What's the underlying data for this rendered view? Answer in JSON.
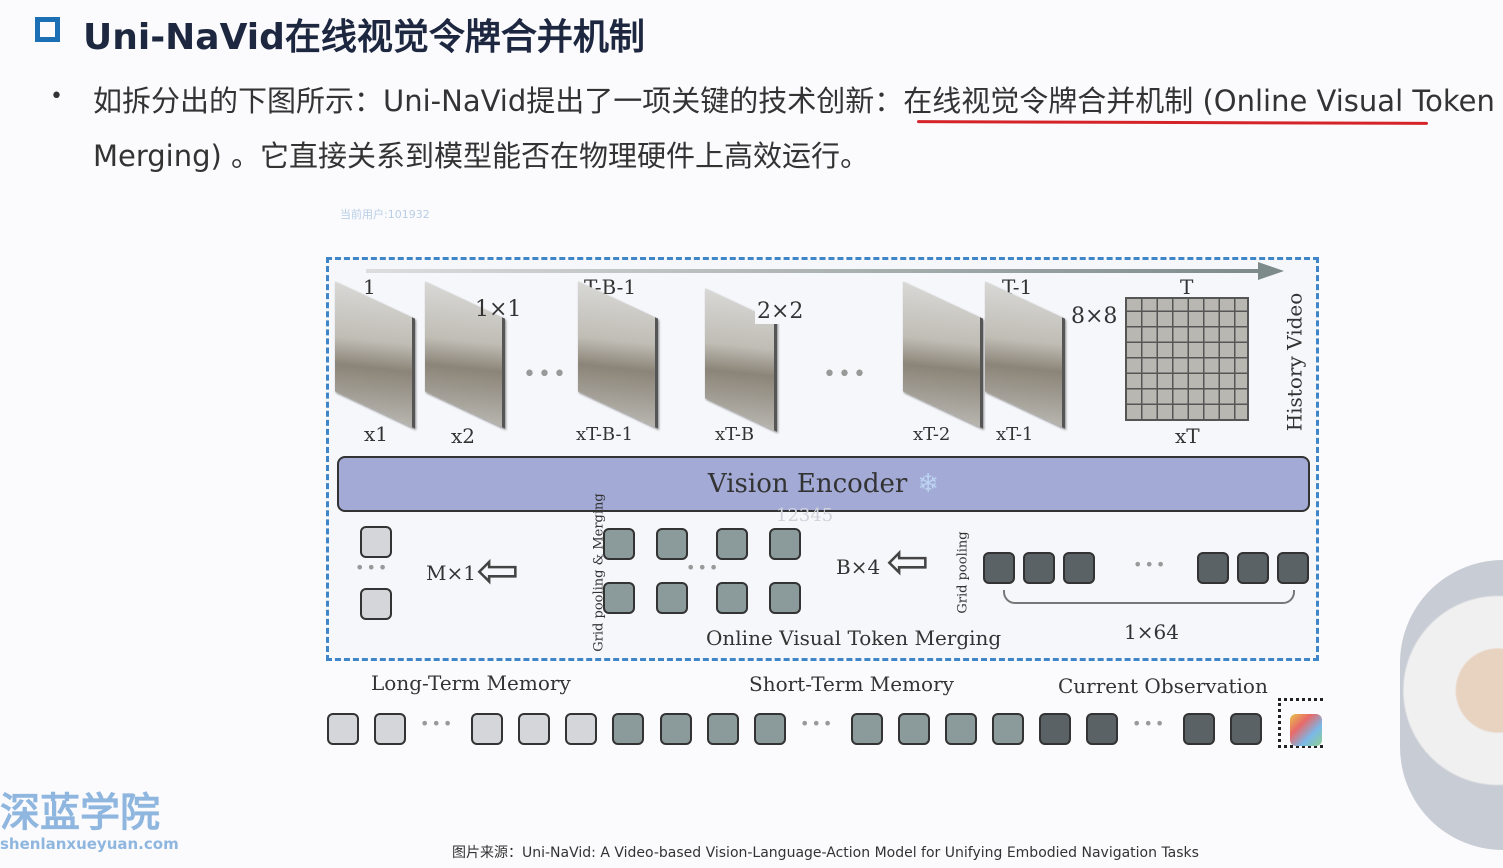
{
  "title": "Uni-NaVid在线视觉令牌合并机制",
  "bullet": {
    "line1": "如拆分出的下图所示：Uni-NaVid提出了一项关键的技术创新：在线视觉令牌合并机制 (Online Visual Token",
    "line2": "Merging) 。它直接关系到模型能否在物理硬件上高效运行。"
  },
  "watermark": "当前用户:101932",
  "figure": {
    "timeline": {
      "start": "1",
      "tb1": "T-B-1",
      "t1": "T-1",
      "t": "T"
    },
    "grids": {
      "g1": "1×1",
      "g2": "2×2",
      "g3": "8×8"
    },
    "frames": [
      "x1",
      "x2",
      "xT-B-1",
      "xT-B",
      "xT-2",
      "xT-1",
      "xT"
    ],
    "side_label": "History Video",
    "encoder": "Vision Encoder",
    "encoder_wm": "12345",
    "m_label": "M×1",
    "b_label": "B×4",
    "grid_merge": "Grid pooling & Merging",
    "grid_pool": "Grid pooling",
    "merge_label": "Online Visual Token Merging",
    "obs_label": "1×64",
    "long": "Long-Term Memory",
    "short": "Short-Term Memory",
    "current": "Current Observation",
    "dots": "•••"
  },
  "logo": {
    "cn": "深蓝学院",
    "url": "shenlanxueyuan.com"
  },
  "caption": "图片来源：Uni-NaVid: A Video-based Vision-Language-Action Model for Unifying Embodied Navigation Tasks"
}
